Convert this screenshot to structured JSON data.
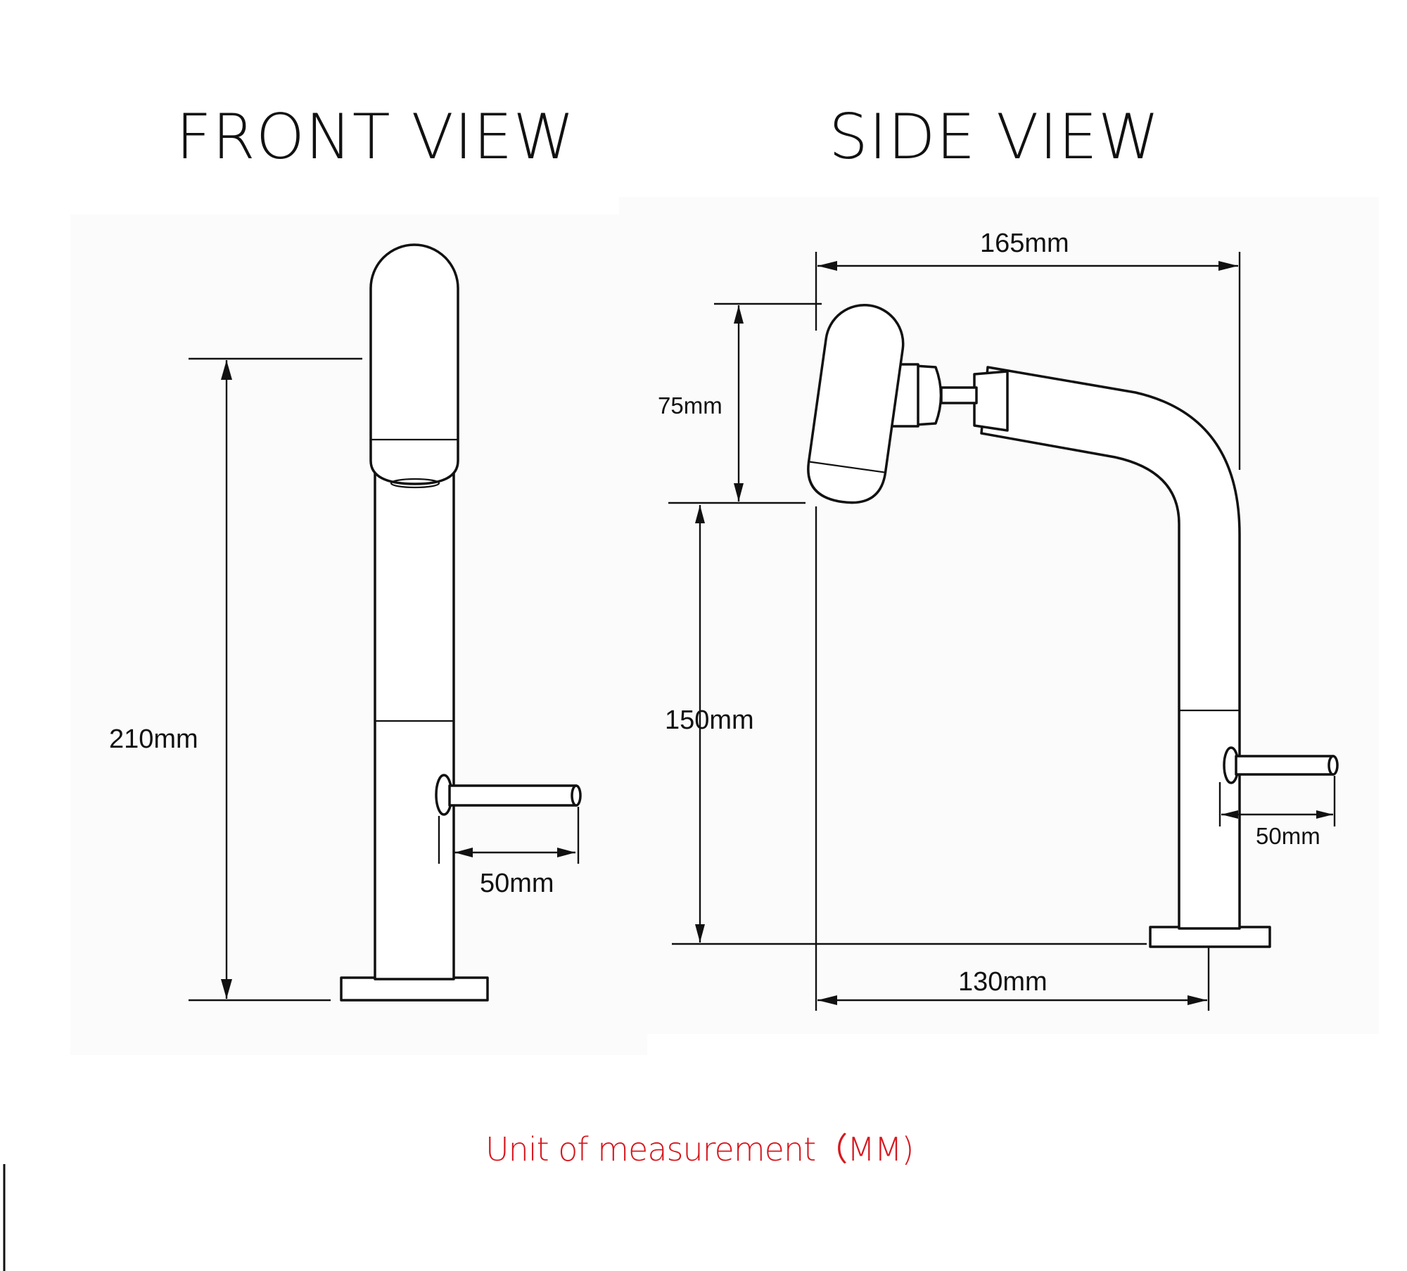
{
  "views": {
    "front_title": "FRONT VIEW",
    "side_title": "SIDE VIEW"
  },
  "front_view": {
    "height_label": "210mm",
    "handle_label": "50mm"
  },
  "side_view": {
    "width_top_label": "165mm",
    "head_height_label": "75mm",
    "spout_height_label": "150mm",
    "base_width_label": "130mm",
    "handle_label": "50mm"
  },
  "footer": {
    "unit_note": "Unit of measurement（MM)",
    "unit_note_color": "#d6181f"
  }
}
